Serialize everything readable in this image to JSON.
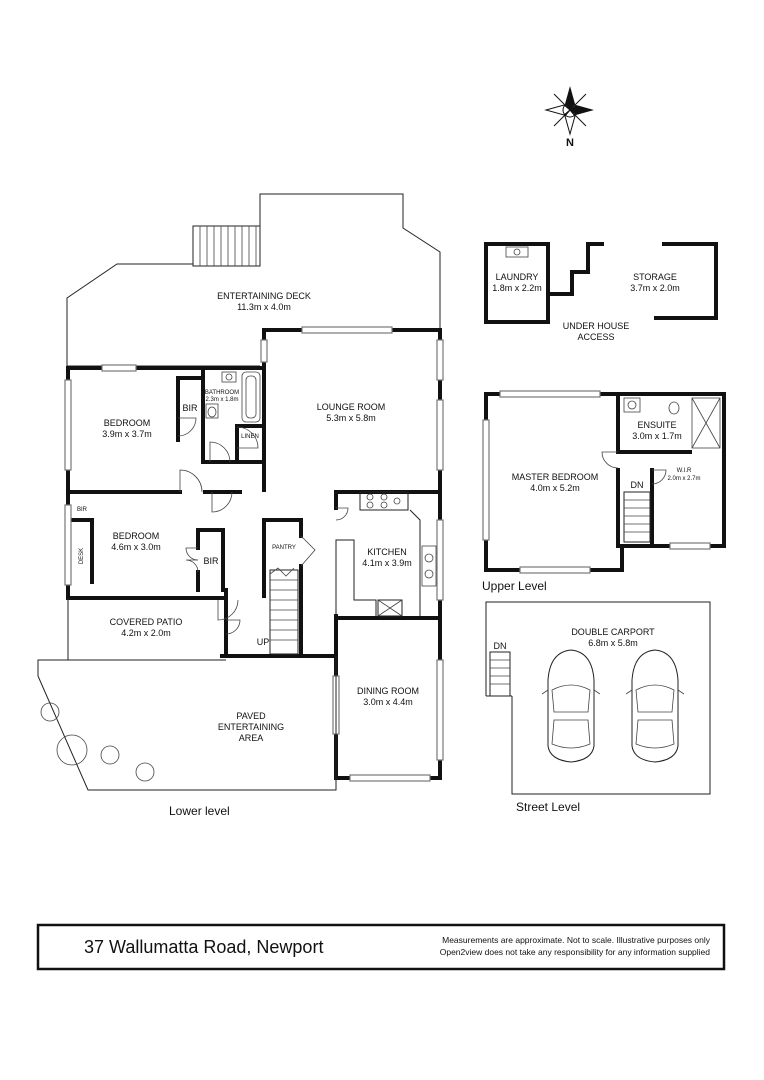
{
  "compass": {
    "north_label": "N"
  },
  "lower_level": {
    "label": "Lower level",
    "rooms": {
      "entertaining_deck": {
        "name": "ENTERTAINING DECK",
        "size": "11.3m x 4.0m"
      },
      "lounge_room": {
        "name": "LOUNGE ROOM",
        "size": "5.3m x 5.8m"
      },
      "bedroom_1": {
        "name": "BEDROOM",
        "size": "3.9m x 3.7m"
      },
      "bedroom_2": {
        "name": "BEDROOM",
        "size": "4.6m x 3.0m"
      },
      "bathroom": {
        "name": "BATHROOM",
        "size": "2.3m x 1.8m"
      },
      "kitchen": {
        "name": "KITCHEN",
        "size": "4.1m x 3.9m"
      },
      "covered_patio": {
        "name": "COVERED PATIO",
        "size": "4.2m x 2.0m"
      },
      "paved_area": {
        "line1": "PAVED",
        "line2": "ENTERTAINING",
        "line3": "AREA"
      },
      "dining_room": {
        "name": "DINING ROOM",
        "size": "3.0m x 4.4m"
      }
    },
    "tags": {
      "bir_1": "BIR",
      "bir_2": "BIR",
      "bir_3": "BIR",
      "linen": "LINEN",
      "desk": "DESK",
      "pantry": "PANTRY",
      "up": "UP"
    }
  },
  "under_house": {
    "laundry": {
      "name": "LAUNDRY",
      "size": "1.8m x 2.2m"
    },
    "storage": {
      "name": "STORAGE",
      "size": "3.7m x 2.0m"
    },
    "access_line1": "UNDER HOUSE",
    "access_line2": "ACCESS"
  },
  "upper_level": {
    "label": "Upper Level",
    "master_bedroom": {
      "name": "MASTER BEDROOM",
      "size": "4.0m x 5.2m"
    },
    "ensuite": {
      "name": "ENSUITE",
      "size": "3.0m x 1.7m"
    },
    "wir": {
      "name": "W.I.R",
      "size": "2.0m x 2.7m"
    },
    "dn": "DN"
  },
  "street_level": {
    "label": "Street Level",
    "carport": {
      "name": "DOUBLE CARPORT",
      "size": "6.8m x 5.8m"
    },
    "dn": "DN"
  },
  "footer": {
    "address": "37 Wallumatta Road, Newport",
    "disclaimer_line1": "Measurements are approximate. Not to scale. Illustrative purposes only",
    "disclaimer_line2": "Open2view does not take any responsibility for any information supplied"
  }
}
